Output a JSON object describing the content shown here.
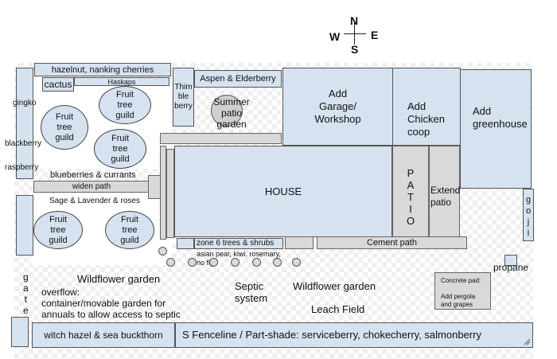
{
  "compass": {
    "n": "N",
    "s": "S",
    "e": "E",
    "w": "W"
  },
  "labels": {
    "hazelnut": "hazelnut, nanking cherries",
    "cactus": "cactus",
    "haskaps": "Haskaps",
    "thimbleberry_lines": [
      "Thim",
      "ble",
      "berry"
    ],
    "aspen": "Aspen & Elderberry",
    "summer_patio": [
      "Summer",
      "patio",
      "garden"
    ],
    "garage": [
      "Add",
      "Garage/",
      "Workshop"
    ],
    "chicken": [
      "Add",
      "Chicken",
      "coop"
    ],
    "greenhouse": [
      "Add",
      "greenhouse"
    ],
    "gingko": "gingko",
    "blackberry": "blackberry",
    "raspberry": "raspberry",
    "fruit_tree": [
      "Fruit",
      "tree",
      "guild"
    ],
    "blueberries": "blueberries & currants",
    "widen_path": "widen path",
    "sage": "Sage & Lavender & roses",
    "house": "HOUSE",
    "patio_letters": [
      "P",
      "A",
      "T",
      "I",
      "O"
    ],
    "extend_patio": [
      "Extend",
      "patio"
    ],
    "goji_letters": [
      "g",
      "o",
      "j",
      "i"
    ],
    "zone6": "zone 6 trees & shrubs",
    "zone6_list": [
      "asian pear, kiwi, rosemary,",
      "no fig"
    ],
    "cement_path": "Cement path",
    "propane": "propane",
    "wildflower_left": "Wildflower garden",
    "wildflower_right": "Wildflower garden",
    "gate_letters": [
      "g",
      "a",
      "t",
      "e"
    ],
    "overflow": [
      "overflow:",
      "container/movable garden for",
      "annuals to allow access to septic"
    ],
    "septic": [
      "Septic",
      "system"
    ],
    "leach": "Leach Field",
    "concrete_pad": [
      "Concrete pad:",
      "",
      "Add pergola",
      "and grapes"
    ],
    "witch_hazel": "witch hazel & sea buckthorn",
    "fenceline": "S Fenceline / Part-shade: serviceberry, chokecherry, salmonberry"
  },
  "colors": {
    "planting_bed": "#d6e2f0",
    "hardscape": "#d9d9d9",
    "outline": "#555555"
  }
}
